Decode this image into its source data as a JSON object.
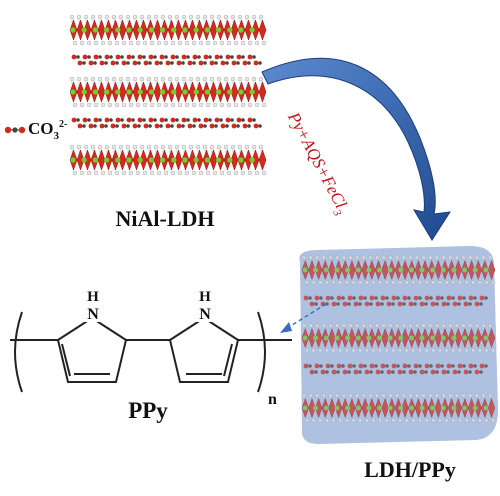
{
  "labels": {
    "carbonate": "CO",
    "carbonate_sub": "3",
    "carbonate_sup": "2-",
    "ldh": "NiAl-LDH",
    "reaction": "Py+AQS+FeCl",
    "reaction_sub": "3",
    "polymer": "PPy",
    "composite": "LDH/PPy",
    "nh": "H",
    "n_atom": "N",
    "repeat": "n"
  },
  "colors": {
    "oxygen": "#d42a1e",
    "metal_green": "#6fd12a",
    "hydrogen": "#e8e8e8",
    "carbon_dark": "#444444",
    "arrow": "#2e5fa8",
    "coating": "#9fb5d9",
    "reaction_text": "#c0141c",
    "bond": "#222222"
  }
}
